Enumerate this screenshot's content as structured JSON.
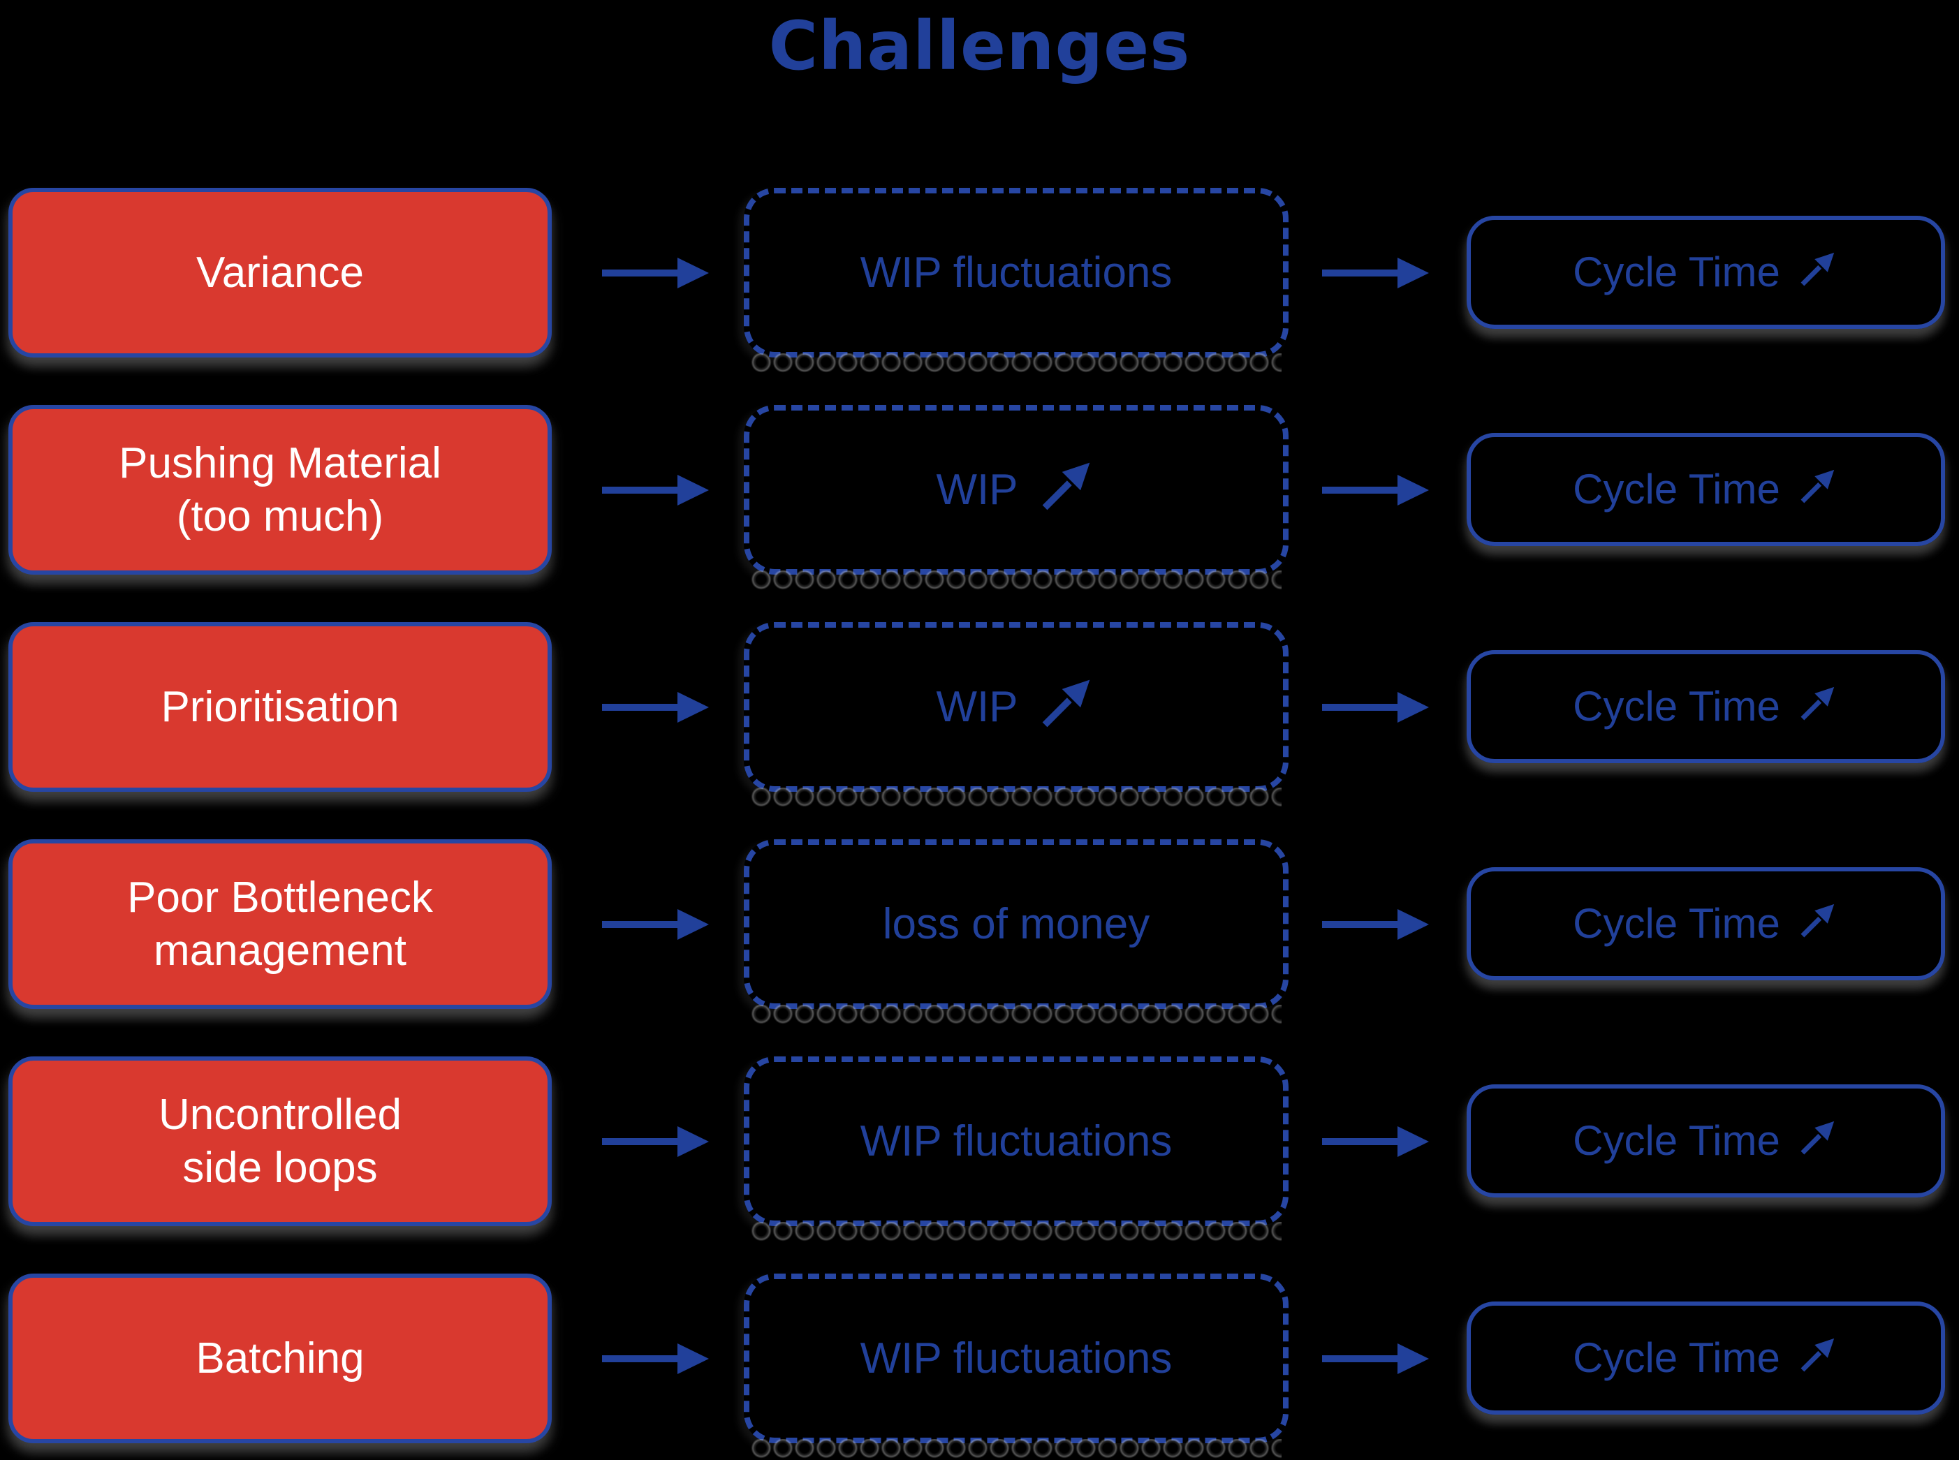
{
  "title": "Challenges",
  "colors": {
    "accent_blue": "#21409A",
    "box_border_blue": "#2746A3",
    "cause_red": "#D9392F",
    "cause_text_white": "#FFFFFF",
    "background": "#000000"
  },
  "legend": {
    "trend_up_icon_meaning": "increases",
    "column_roles": [
      "challenge",
      "intermediate effect",
      "outcome"
    ]
  },
  "rows": [
    {
      "cause": "Variance",
      "effect": {
        "label": "WIP fluctuations",
        "trend_up": false
      },
      "result": {
        "label": "Cycle Time",
        "trend_up": true
      }
    },
    {
      "cause": "Pushing Material\n(too much)",
      "effect": {
        "label": "WIP",
        "trend_up": true
      },
      "result": {
        "label": "Cycle Time",
        "trend_up": true
      }
    },
    {
      "cause": "Prioritisation",
      "effect": {
        "label": "WIP",
        "trend_up": true
      },
      "result": {
        "label": "Cycle Time",
        "trend_up": true
      }
    },
    {
      "cause": "Poor Bottleneck\nmanagement",
      "effect": {
        "label": "loss of money",
        "trend_up": false
      },
      "result": {
        "label": "Cycle Time",
        "trend_up": true
      }
    },
    {
      "cause": "Uncontrolled\nside loops",
      "effect": {
        "label": "WIP fluctuations",
        "trend_up": false
      },
      "result": {
        "label": "Cycle Time",
        "trend_up": true
      }
    },
    {
      "cause": "Batching",
      "effect": {
        "label": "WIP fluctuations",
        "trend_up": false
      },
      "result": {
        "label": "Cycle Time",
        "trend_up": true
      }
    }
  ]
}
